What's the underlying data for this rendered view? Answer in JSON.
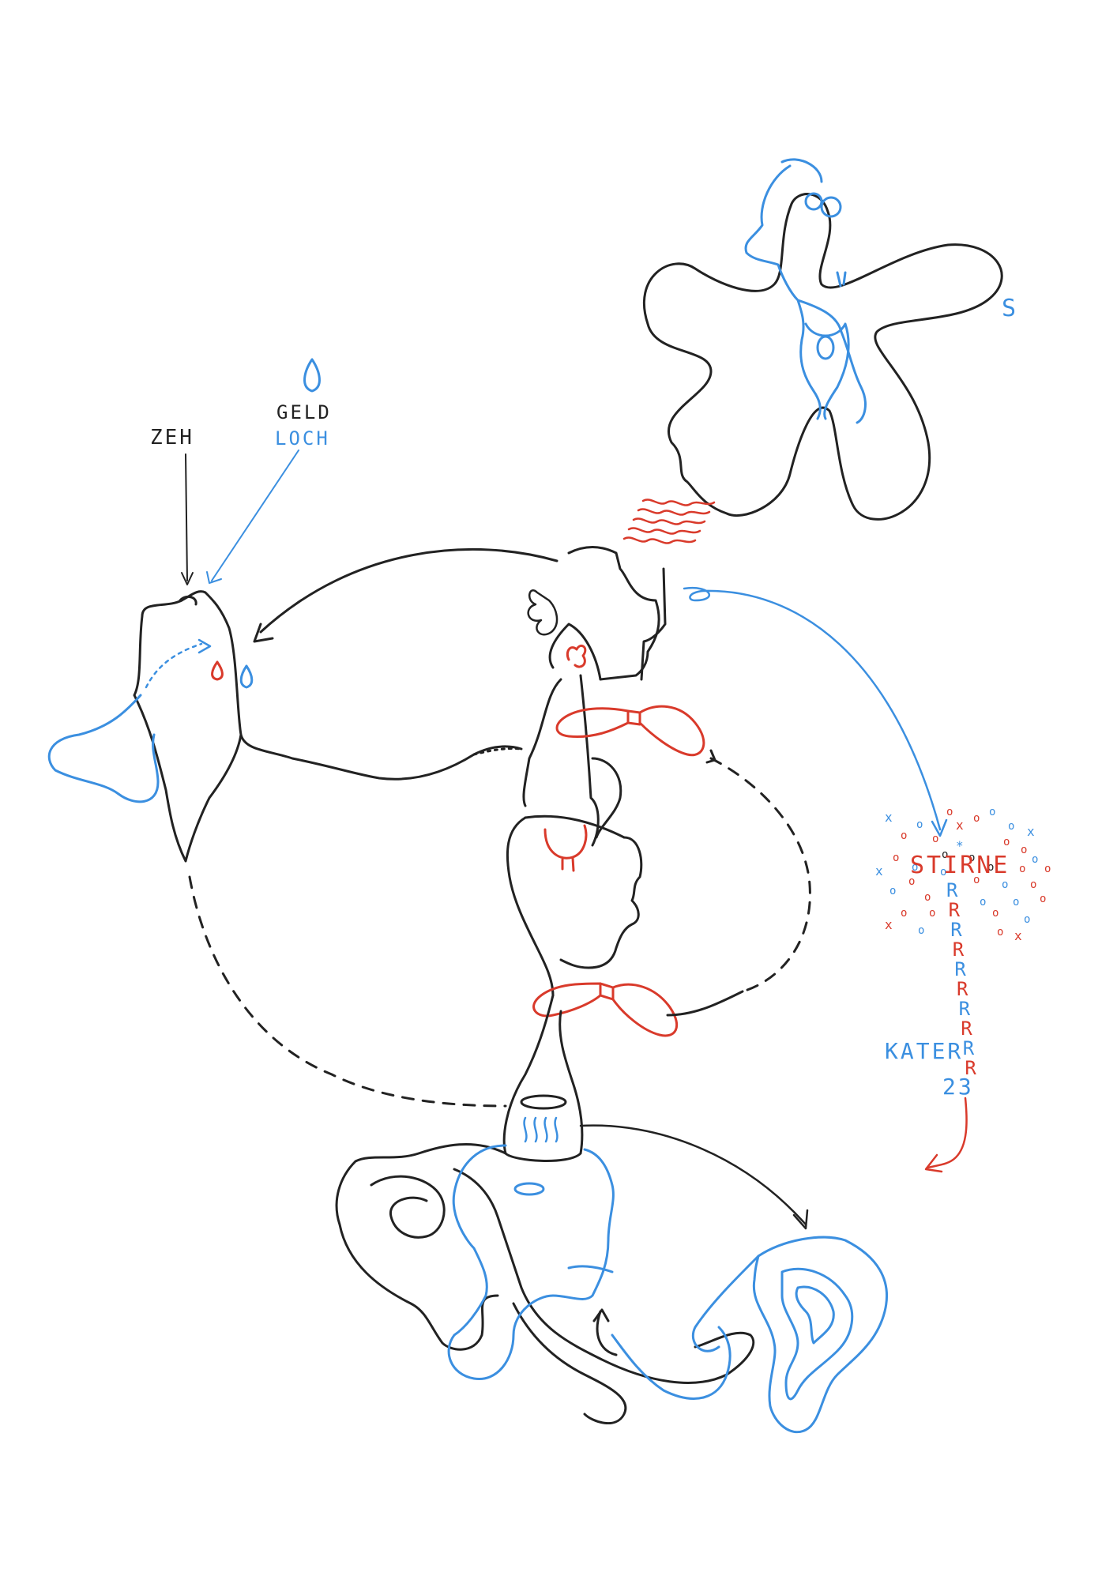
{
  "colors": {
    "background": "#ffffff",
    "black_ink": "#222222",
    "blue_ink": "#3b8fe0",
    "red_ink": "#d93a2b"
  },
  "labels": {
    "zeh": "ZEH",
    "geld": "GELD",
    "loch": "LOCH",
    "s": "S",
    "stirne": "STIRNE",
    "kater": "KATER",
    "number": "23",
    "r_column": [
      "R",
      "R",
      "R",
      "R",
      "R",
      "R",
      "R",
      "R",
      "R",
      "R"
    ]
  }
}
